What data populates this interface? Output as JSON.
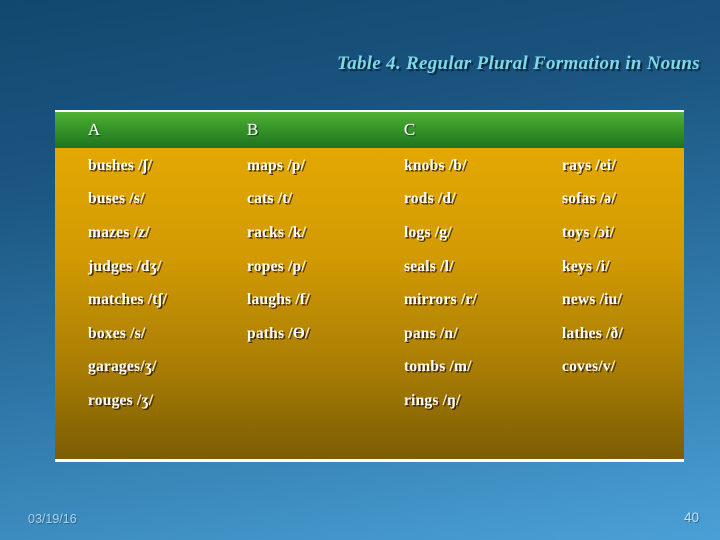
{
  "slide": {
    "title": "Table 4. Regular Plural Formation in Nouns",
    "footer": {
      "date": "03/19/16",
      "page_number": "40"
    }
  },
  "table": {
    "headers": [
      "A",
      "B",
      "C",
      ""
    ],
    "rows": [
      [
        "bushes /ʃ/",
        "maps /p/",
        "knobs /b/",
        "rays /ei/"
      ],
      [
        "buses /s/",
        "cats /t/",
        "rods /d/",
        "sofas /ə/"
      ],
      [
        "mazes /z/",
        "racks /k/",
        "logs /g/",
        "toys /ɔi/"
      ],
      [
        "judges /dʒ/",
        "ropes /p/",
        "seals /l/",
        "keys /i/"
      ],
      [
        "matches /tʃ/",
        "laughs /f/",
        "mirrors /r/",
        "news /iu/"
      ],
      [
        "boxes /s/",
        "paths /Ɵ/",
        "pans /n/",
        "lathes /ð/"
      ],
      [
        "garages/ʒ/",
        "",
        "tombs /m/",
        "coves/v/"
      ],
      [
        "rouges /ʒ/",
        "",
        "rings /ŋ/",
        ""
      ]
    ]
  },
  "colors": {
    "background_top": "#10486f",
    "background_bottom": "#4aa0d6",
    "title_text": "#7fd8ea",
    "header_green_top": "#52b135",
    "header_green_bottom": "#1e741e",
    "body_gold_top": "#e3a802",
    "body_gold_bottom": "#7b5d05",
    "table_border": "#ffffff",
    "cell_text": "#ffffff"
  }
}
